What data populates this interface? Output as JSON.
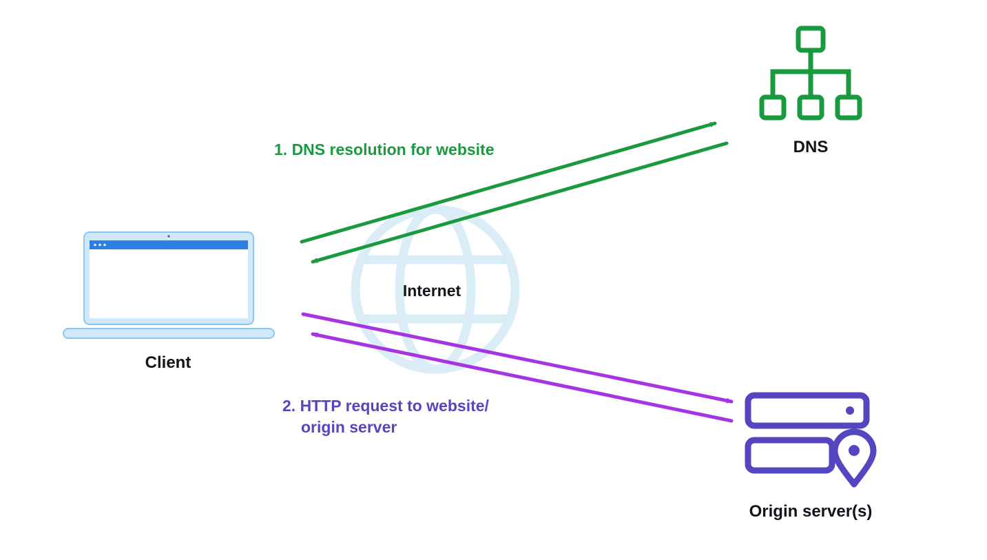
{
  "colors": {
    "green": "#1a9a3f",
    "purple_arrow": "#a634e3",
    "indigo": "#5446c0",
    "laptop_blue": "#2b7fe3",
    "laptop_light": "#cfe8fa",
    "laptop_edge": "#8cc6ee",
    "globe_blue": "#daedf7",
    "text_dark": "#111418"
  },
  "nodes": {
    "client": {
      "label": "Client"
    },
    "dns": {
      "label": "DNS"
    },
    "internet": {
      "label": "Internet"
    },
    "origin": {
      "label": "Origin server(s)"
    }
  },
  "flows": {
    "dns_resolution": {
      "label": "1. DNS resolution for website"
    },
    "http_request": {
      "line1": "2. HTTP request to website/",
      "line2": "origin server"
    }
  }
}
